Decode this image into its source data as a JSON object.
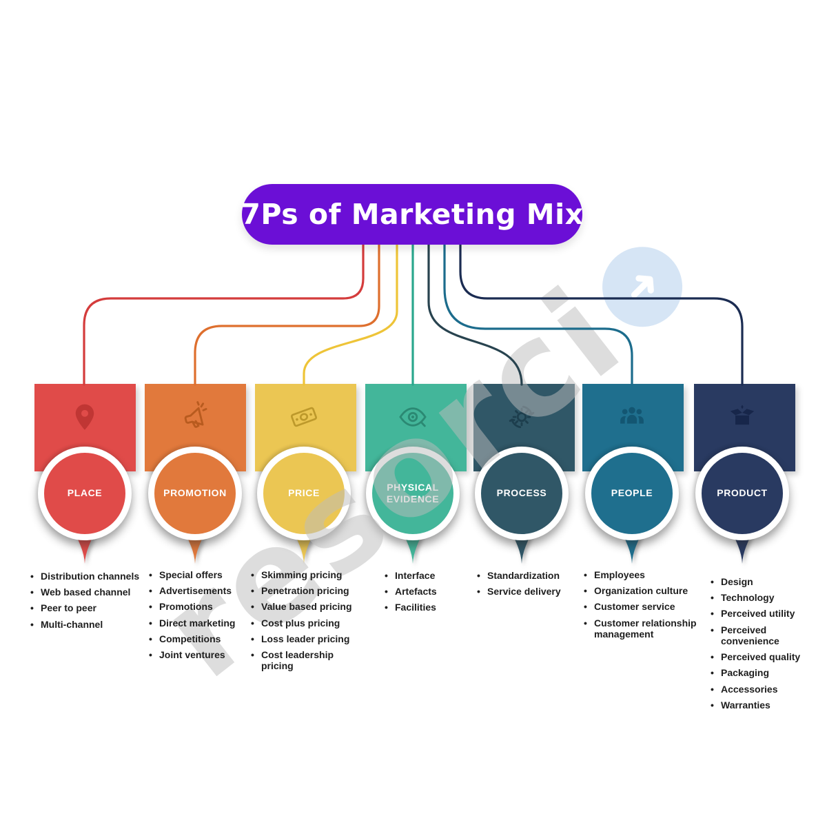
{
  "title": {
    "text": "7Ps of Marketing Mix",
    "bg_color": "#6b0fd6",
    "text_color": "#ffffff"
  },
  "list_style": {
    "bullet_char": "•"
  },
  "watermark": {
    "text": "resorcio",
    "text_color": "#bdbdbd",
    "logo": "arrow-up-right-icon",
    "logo_bg_color": "#aecdec",
    "logo_arrow_color": "#ffffff"
  },
  "columns": [
    {
      "id": "place",
      "label": "PLACE",
      "icon": "location-pin-icon",
      "color": "#e04b49",
      "icon_color": "#c03634",
      "line_color": "#d43c3c",
      "items": [
        "Distribution channels",
        "Web based channel",
        "Peer to peer",
        "Multi-channel"
      ]
    },
    {
      "id": "promotion",
      "label": "PROMOTION",
      "icon": "megaphone-icon",
      "color": "#e1793c",
      "icon_color": "#b85b1f",
      "line_color": "#de6f2e",
      "items": [
        "Special offers",
        "Advertisements",
        "Promotions",
        "Direct marketing",
        "Competitions",
        "Joint ventures"
      ]
    },
    {
      "id": "price",
      "label": "PRICE",
      "icon": "banknote-icon",
      "color": "#ebc653",
      "icon_color": "#bd992b",
      "line_color": "#eec438",
      "items": [
        "Skimming pricing",
        "Penetration pricing",
        "Value based pricing",
        "Cost plus pricing",
        "Loss leader pricing",
        "Cost leadership pricing"
      ]
    },
    {
      "id": "physical-evidence",
      "label": "PHYSICAL EVIDENCE",
      "icon": "eye-icon",
      "color": "#43b69a",
      "icon_color": "#2b8973",
      "line_color": "#2aa78d",
      "items": [
        "Interface",
        "Artefacts",
        "Facilities"
      ]
    },
    {
      "id": "process",
      "label": "PROCESS",
      "icon": "gear-sync-icon",
      "color": "#305767",
      "icon_color": "#1d3e4d",
      "line_color": "#28434f",
      "items": [
        "Standardization",
        "Service delivery"
      ]
    },
    {
      "id": "people",
      "label": "PEOPLE",
      "icon": "people-group-icon",
      "color": "#1f6f8e",
      "icon_color": "#135672",
      "line_color": "#1c6c8c",
      "items": [
        "Employees",
        "Organization culture",
        "Customer service",
        "Customer relationship management"
      ]
    },
    {
      "id": "product",
      "label": "PRODUCT",
      "icon": "open-box-icon",
      "color": "#293a61",
      "icon_color": "#17264a",
      "line_color": "#1b2c52",
      "items": [
        "Design",
        "Technology",
        "Perceived utility",
        "Perceived convenience",
        "Perceived quality",
        "Packaging",
        "Accessories",
        "Warranties"
      ]
    }
  ]
}
